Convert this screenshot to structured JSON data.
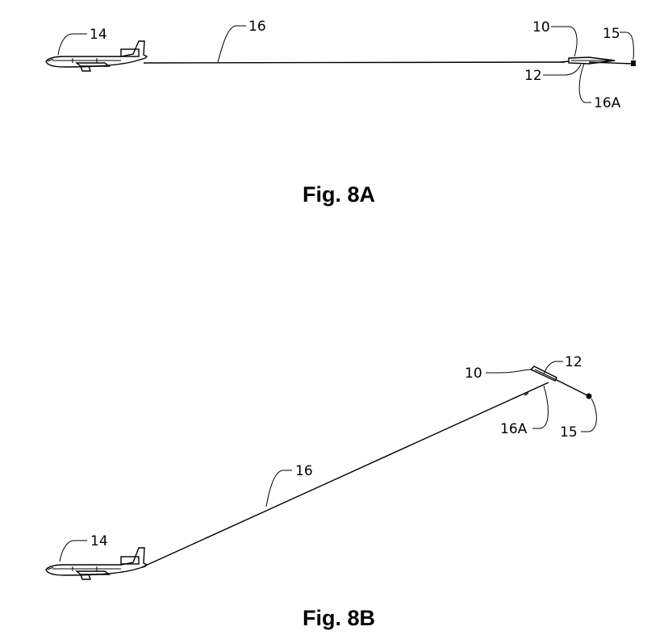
{
  "figures": [
    {
      "caption": "Fig. 8A",
      "labels": {
        "aircraft": "14",
        "tether": "16",
        "vehicle": "10",
        "body": "12",
        "end_element": "15",
        "tether_end": "16A"
      }
    },
    {
      "caption": "Fig. 8B",
      "labels": {
        "aircraft": "14",
        "tether": "16",
        "vehicle": "10",
        "body": "12",
        "end_element": "15",
        "tether_end": "16A"
      }
    }
  ],
  "colors": {
    "ink": "#000000",
    "background": "#ffffff"
  }
}
